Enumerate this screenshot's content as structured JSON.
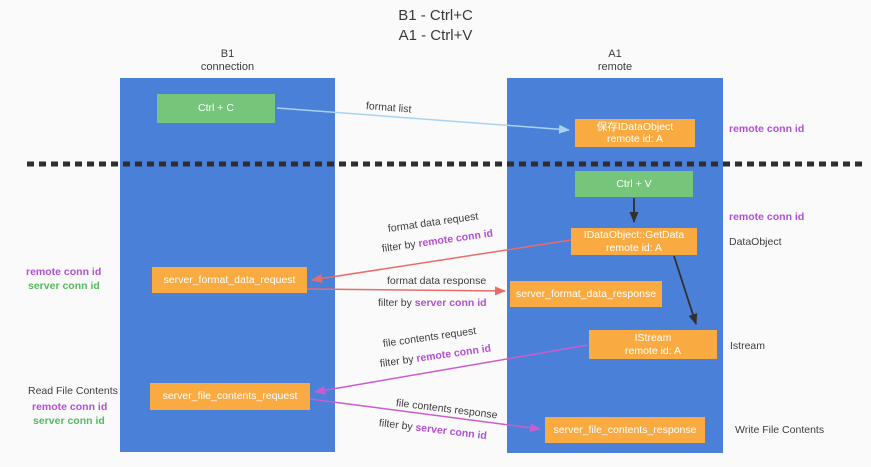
{
  "title": {
    "line1": "B1 - Ctrl+C",
    "line2": "A1 - Ctrl+V"
  },
  "lanes": {
    "b1": {
      "name": "B1",
      "subtitle": "connection"
    },
    "a1": {
      "name": "A1",
      "subtitle": "remote"
    }
  },
  "boxes": {
    "ctrl_c": "Ctrl + C",
    "ctrl_v": "Ctrl + V",
    "save_idataobject": {
      "line1": "保存IDataObject",
      "line2": "remote id: A"
    },
    "getdata": {
      "line1": "IDataObject::GetData",
      "line2": "remote id: A"
    },
    "istream": {
      "line1": "IStream",
      "line2": "remote id: A"
    },
    "format_request": "server_format_data_request",
    "format_response": "server_format_data_response",
    "file_request": "server_file_contents_request",
    "file_response": "server_file_contents_response"
  },
  "flows": {
    "format_list": {
      "label": "format list"
    },
    "format_data_request": {
      "label": "format data request",
      "filter_prefix": "filter by ",
      "filter_key": "remote conn id"
    },
    "format_data_response": {
      "label": "format data response",
      "filter_prefix": "filter by ",
      "filter_key": "server conn id"
    },
    "file_contents_request": {
      "label": "file contents request",
      "filter_prefix": "filter by ",
      "filter_key": "remote conn id"
    },
    "file_contents_response": {
      "label": "file contents response",
      "filter_prefix": "filter by ",
      "filter_key": "server conn id"
    }
  },
  "side_labels": {
    "right_remote_conn_id_1": "remote conn id",
    "right_remote_conn_id_2": "remote conn id",
    "dataobject": "DataObject",
    "istream": "Istream",
    "write_file_contents": "Write File Contents",
    "left_mid_remote": "remote conn id",
    "left_mid_server": "server conn id",
    "read_file_contents": "Read File Contents",
    "left_bottom_remote": "remote conn id",
    "left_bottom_server": "server conn id"
  },
  "colors": {
    "lane_blue": "#4a80d8",
    "box_orange": "#f9ab42",
    "box_green": "#76c57a",
    "arrow_lightblue": "#a8d2f0",
    "arrow_red": "#e96c6c",
    "arrow_magenta": "#cb5ccf",
    "arrow_black": "#303030",
    "label_purple": "#b24fd6",
    "label_green": "#54b961",
    "text_dark": "#3d3d3d",
    "background": "#fafafa"
  }
}
